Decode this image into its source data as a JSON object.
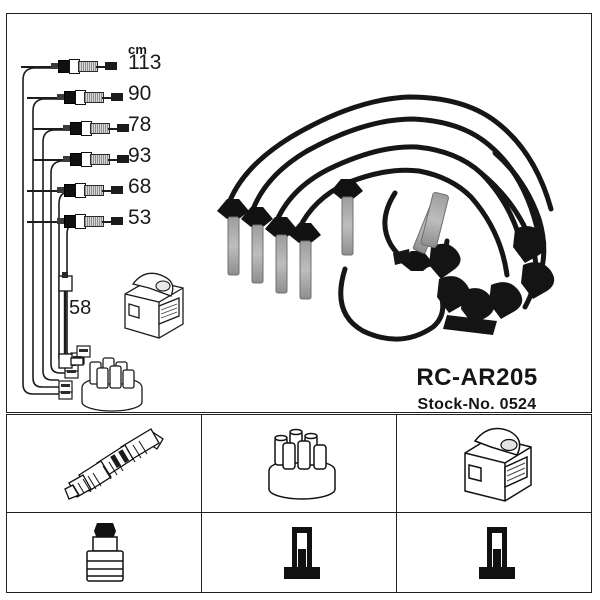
{
  "product": {
    "name": "RC-AR205",
    "stock_no": "Stock-No. 0524"
  },
  "measurements": {
    "unit_header": "cm",
    "lengths": [
      113,
      90,
      78,
      93,
      68,
      53
    ],
    "extra_lead_length": 58
  },
  "main_panel": {
    "photo_name": "ignition-wire-set-photo",
    "components": {
      "ignition_coil": "ignition-coil",
      "distributor_cap": "distributor-cap"
    }
  },
  "legend_cells": [
    {
      "id": "spark-plug",
      "row": 1,
      "col": 1,
      "icon": "spark-plug-icon"
    },
    {
      "id": "distributor-cap",
      "row": 1,
      "col": 2,
      "icon": "distributor-cap-icon"
    },
    {
      "id": "ignition-coil",
      "row": 1,
      "col": 3,
      "icon": "ignition-coil-icon"
    },
    {
      "id": "spark-plug-boot",
      "row": 2,
      "col": 1,
      "icon": "spark-plug-boot-icon"
    },
    {
      "id": "terminal-connector-center",
      "row": 2,
      "col": 2,
      "icon": "terminal-connector-icon"
    },
    {
      "id": "terminal-connector-right",
      "row": 2,
      "col": 3,
      "icon": "terminal-connector-icon"
    }
  ],
  "colors": {
    "line": "#231f20",
    "text": "#151515",
    "boot_black": "#111111",
    "sleeve_gray": "#9a9a9a",
    "panel_bg": "#ffffff"
  }
}
